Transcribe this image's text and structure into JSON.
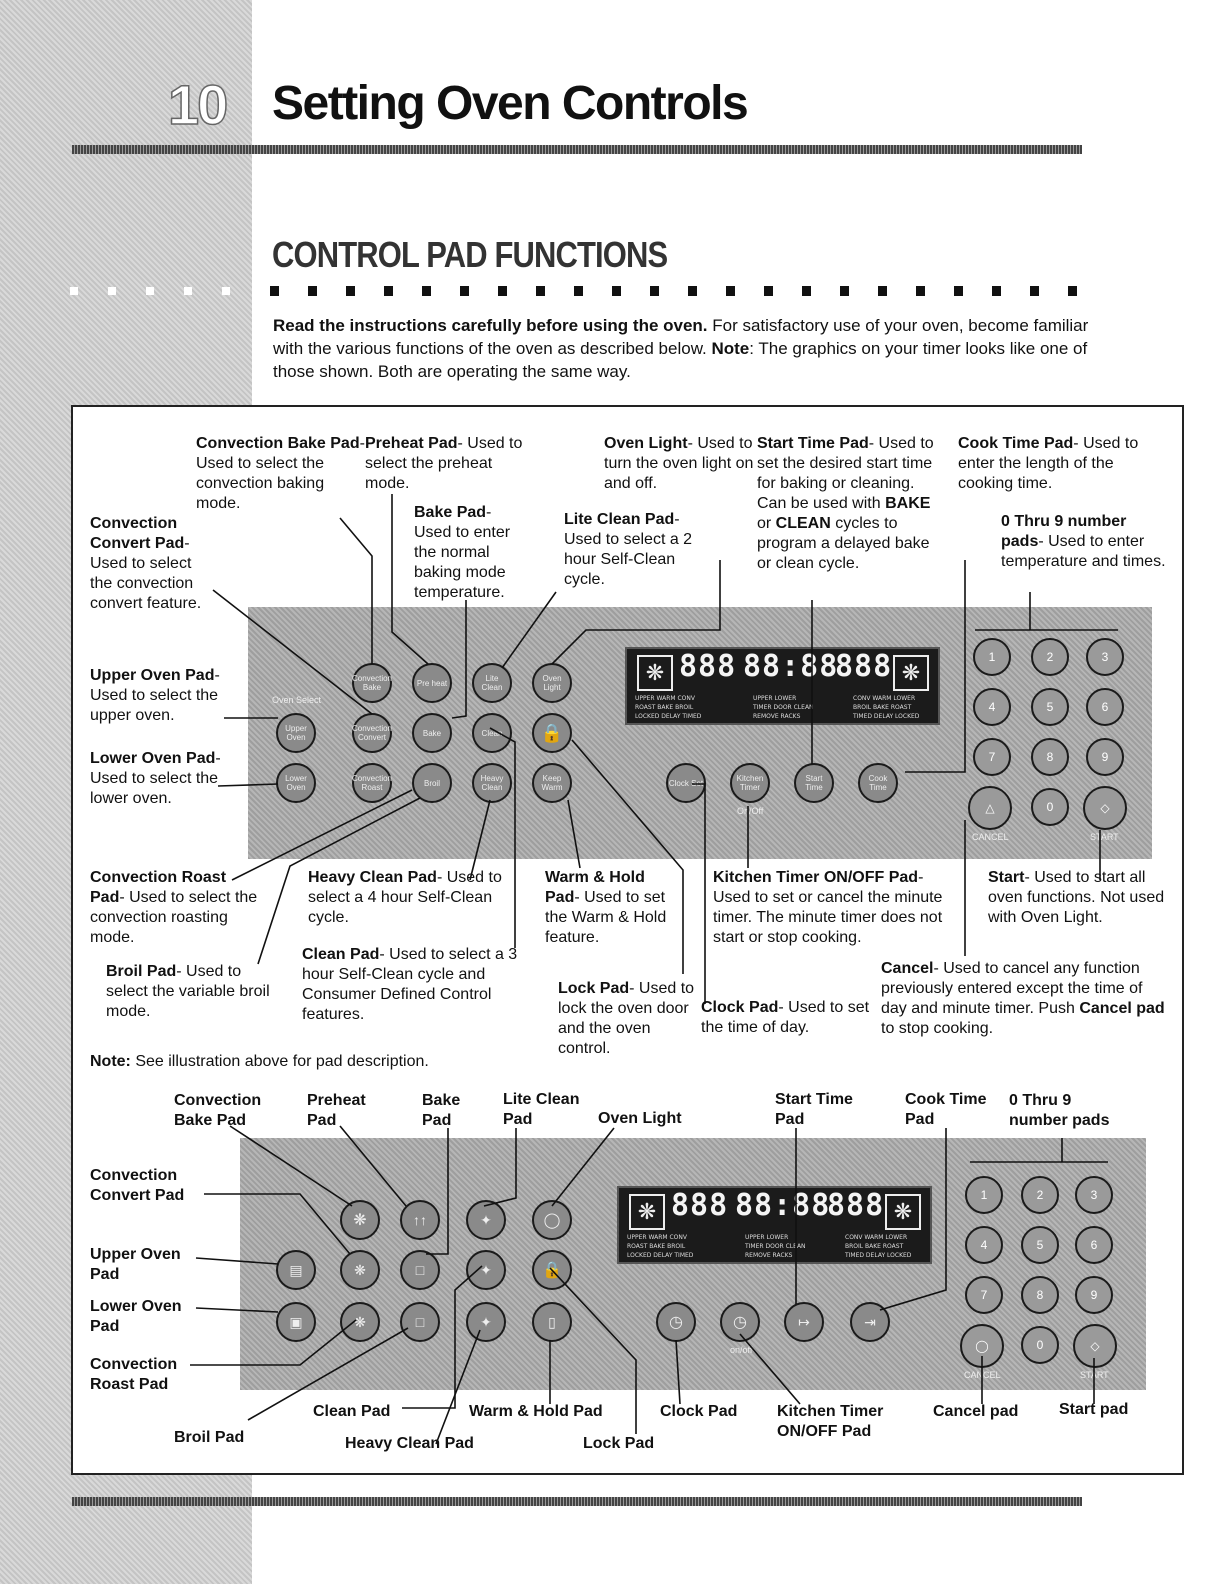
{
  "header": {
    "chapter": "10",
    "title": "Setting Oven Controls"
  },
  "section": {
    "title": "CONTROL PAD FUNCTIONS"
  },
  "intro": {
    "bold1": "Read the instructions carefully before using the oven.",
    "text1": " For satisfactory use of your oven, become familiar with the various functions of the oven as described below. ",
    "bold2": "Note",
    "text2": ": The graphics on your timer looks like one of those shown. Both are operating the same way."
  },
  "labels_top": {
    "conv_bake": {
      "b": "Convection Bake Pad",
      "t": "- Used to select the convection baking mode."
    },
    "preheat": {
      "b": "Preheat Pad",
      "t": "- Used to select the preheat mode."
    },
    "bake": {
      "b": "Bake Pad",
      "t": "- Used to enter the normal baking mode temperature."
    },
    "conv_convert": {
      "b": "Convection Convert Pad",
      "t": "- Used to select the convection convert feature."
    },
    "upper_oven": {
      "b": "Upper Oven Pad",
      "t": "- Used to select the upper oven."
    },
    "lower_oven": {
      "b": "Lower Oven Pad",
      "t": "- Used to select the lower oven."
    },
    "lite_clean": {
      "b": "Lite Clean Pad",
      "t": "- Used to select a 2 hour Self-Clean cycle."
    },
    "oven_light": {
      "b": "Oven Light",
      "t": "- Used to turn the oven light on and off."
    },
    "start_time": {
      "b": "Start Time Pad",
      "t1": "- Used to set the desired start time for baking or cleaning. Can be used with ",
      "b2": "BAKE",
      "t2": " or ",
      "b3": "CLEAN",
      "t3": " cycles to program a delayed bake or clean cycle."
    },
    "cook_time": {
      "b": "Cook Time Pad",
      "t": "- Used to enter the length of the cooking time."
    },
    "num_pads": {
      "b": "0 Thru 9 number pads",
      "t": "- Used to enter temperature and times."
    },
    "conv_roast": {
      "b": "Convection Roast Pad",
      "t": "- Used to select the convection roasting mode."
    },
    "broil": {
      "b": "Broil Pad",
      "t": "- Used to select the variable broil mode."
    },
    "heavy_clean": {
      "b": "Heavy Clean Pad",
      "t": "- Used to select a 4 hour Self-Clean cycle."
    },
    "clean": {
      "b": "Clean Pad",
      "t": "- Used to select a 3 hour Self-Clean cycle and Consumer Defined Control features."
    },
    "warm_hold": {
      "b": "Warm & Hold Pad",
      "t": "- Used to set the Warm & Hold feature."
    },
    "lock": {
      "b": "Lock Pad",
      "t": "- Used to lock the oven door and the oven control."
    },
    "kitchen_timer": {
      "b": "Kitchen Timer ON/OFF Pad",
      "t": "- Used to set or cancel the minute timer. The minute timer does not start or stop cooking."
    },
    "clock": {
      "b": "Clock Pad",
      "t": "- Used to set the time of day."
    },
    "start": {
      "b": "Start",
      "t": "- Used to start all oven functions. Not used with Oven Light."
    },
    "cancel": {
      "b": "Cancel",
      "t1": "- Used to cancel any function previously entered except the time of day and minute timer. Push ",
      "b2": "Cancel pad",
      "t2": " to stop cooking."
    }
  },
  "note": {
    "b": "Note:",
    "t": " See illustration above for pad description."
  },
  "labels_bottom": {
    "conv_bake": "Convection Bake Pad",
    "preheat": "Preheat Pad",
    "bake": "Bake Pad",
    "lite_clean": "Lite Clean Pad",
    "oven_light": "Oven Light",
    "start_time": "Start Time Pad",
    "cook_time": "Cook Time Pad",
    "num_pads": "0 Thru 9 number pads",
    "conv_convert": "Convection Convert Pad",
    "upper_oven": "Upper Oven Pad",
    "lower_oven": "Lower Oven Pad",
    "conv_roast": "Convection Roast Pad",
    "broil": "Broil Pad",
    "clean": "Clean Pad",
    "heavy_clean": "Heavy Clean Pad",
    "warm_hold": "Warm & Hold Pad",
    "lock": "Lock Pad",
    "clock": "Clock Pad",
    "kitchen_timer": "Kitchen Timer ON/OFF Pad",
    "cancel": "Cancel pad",
    "start": "Start pad"
  },
  "panel1": {
    "oven_select": "Oven Select",
    "buttons": {
      "conv_bake": "Convection Bake",
      "preheat": "Pre heat",
      "lite_clean": "Lite Clean",
      "oven_light": "Oven Light",
      "upper": "Upper Oven",
      "conv_convert": "Convection Convert",
      "bake": "Bake",
      "clean": "Clean",
      "lower": "Lower Oven",
      "conv_roast": "Convection Roast",
      "broil": "Broil",
      "heavy_clean": "Heavy Clean",
      "warm_hold": "Keep Warm",
      "clock": "Clock Set",
      "kitchen_timer": "Kitchen Timer",
      "start_time": "Start Time",
      "cook_time": "Cook Time",
      "on_off": "On/Off"
    },
    "display": {
      "d1": "888",
      "d2": "88:88",
      "d3": "888"
    },
    "cancel": "CANCEL",
    "start": "START"
  },
  "panel2": {
    "display": {
      "d1": "888",
      "d2": "88:88",
      "d3": "888"
    },
    "cancel": "CANCEL",
    "start": "START",
    "on_off": "on/off"
  },
  "display_words": {
    "l1": "UPPER  WARM  CONV",
    "l2": "ROAST  BAKE  BROIL",
    "l3": "LOCKED  DELAY  TIMED",
    "m1": "UPPER  LOWER",
    "m2": "TIMER  DOOR  CLEAN",
    "m3": "REMOVE  RACKS",
    "r1": "CONV  WARM  LOWER",
    "r2": "BROIL  BAKE  ROAST",
    "r3": "TIMED  DELAY  LOCKED"
  },
  "numbers": [
    "1",
    "2",
    "3",
    "4",
    "5",
    "6",
    "7",
    "8",
    "9",
    "0"
  ]
}
